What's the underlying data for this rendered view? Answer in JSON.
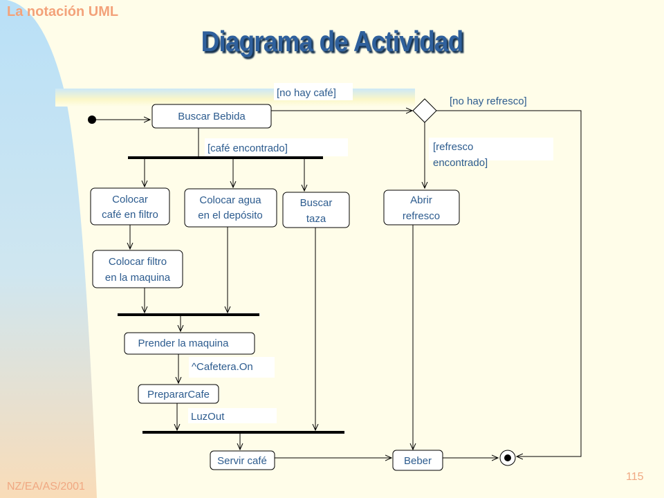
{
  "header": {
    "section": "La notación UML",
    "title": "Diagrama de Actividad"
  },
  "footer": {
    "author": "NZ/EA/AS/2001",
    "page": "115"
  },
  "diagram": {
    "activities": {
      "buscar_bebida": "Buscar Bebida",
      "colocar_cafe_1": "Colocar",
      "colocar_cafe_2": "café en filtro",
      "colocar_agua_1": "Colocar agua",
      "colocar_agua_2": "en el depósito",
      "buscar_taza_1": "Buscar",
      "buscar_taza_2": "taza",
      "abrir_refresco_1": "Abrir",
      "abrir_refresco_2": "refresco",
      "colocar_filtro_1": "Colocar filtro",
      "colocar_filtro_2": "en la maquina",
      "prender": "Prender la maquina",
      "preparar": "PrepararCafe",
      "servir": "Servir café",
      "beber": "Beber"
    },
    "guards": {
      "no_cafe": "[no hay café]",
      "no_refresco": "[no hay refresco]",
      "cafe_encontrado": "[café encontrado]",
      "refresco_1": "[refresco",
      "refresco_2": "encontrado]",
      "cafetera_on": "^Cafetera.On",
      "luzout": "LuzOut"
    }
  }
}
